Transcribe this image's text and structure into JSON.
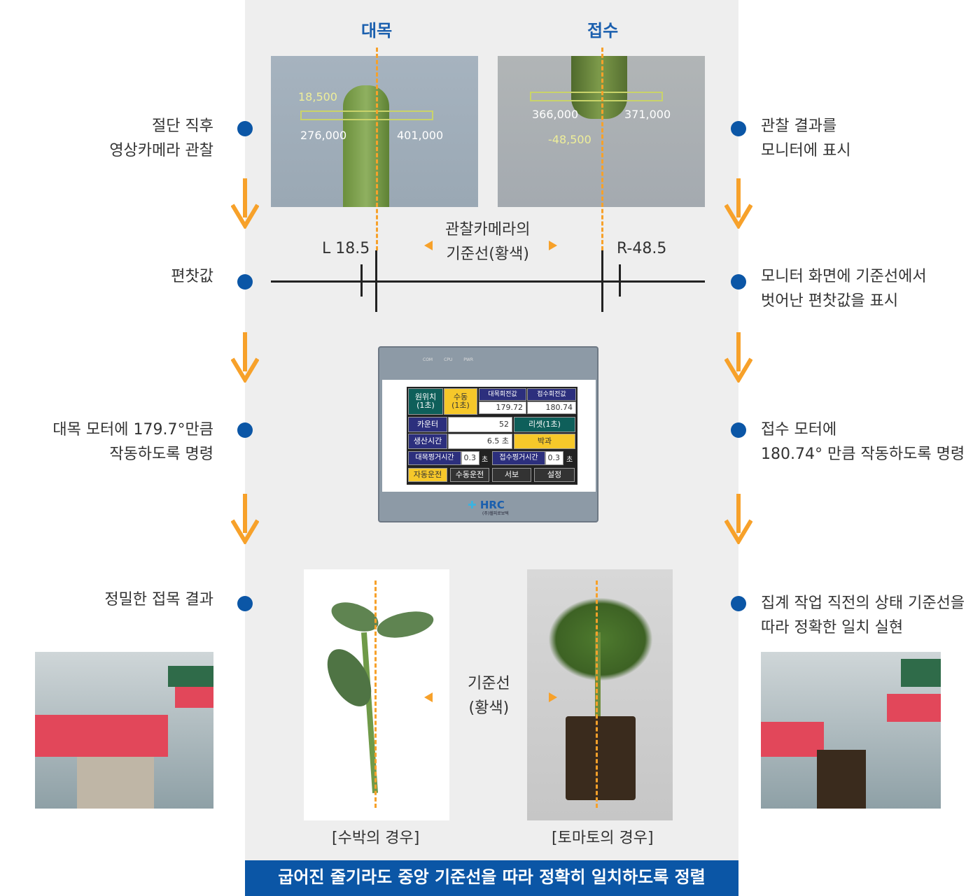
{
  "headers": {
    "rootstock": "대목",
    "scion": "접수"
  },
  "left_labels": {
    "step1": [
      "절단 직후",
      "영상카메라 관찰"
    ],
    "step2": "편찻값",
    "step3": [
      "대목 모터에 179.7°만큼",
      "작동하도록 명령"
    ],
    "step4": "정밀한 접목 결과"
  },
  "right_labels": {
    "step1": [
      "관찰 결과를",
      "모니터에 표시"
    ],
    "step2": [
      "모니터 화면에 기준선에서",
      "벗어난 편찻값을 표시"
    ],
    "step3": [
      "접수 모터에",
      "180.74° 만큼 작동하도록 명령"
    ],
    "step4": [
      "집계 작업 직전의 상태 기준선을",
      "따라 정확한 일치 실현"
    ]
  },
  "camera_left": {
    "offset": "18,500",
    "left": "276,000",
    "right": "401,000"
  },
  "camera_right": {
    "offset": "-48,500",
    "left": "366,000",
    "right": "371,000"
  },
  "deviation": {
    "left": "L 18.5",
    "right": "R-48.5",
    "center": [
      "관찰카메라의",
      "기준선(황색)"
    ]
  },
  "hmi": {
    "leds": [
      "COM",
      "CPU",
      "PWR"
    ],
    "home": [
      "원위치",
      "(1초)"
    ],
    "manual": [
      "수동",
      "(1초)"
    ],
    "root_rot_label": "대목회전값",
    "scion_rot_label": "접수회전값",
    "root_rot": "179.72",
    "scion_rot": "180.74",
    "counter_label": "카운터",
    "counter": "52",
    "reset": "리셋(1초)",
    "prod_time_label": "생산시간",
    "prod_time": "6.5  초",
    "peel": "박과",
    "root_grip_label": "대목찡거시간",
    "root_grip": "0.3",
    "scion_grip_label": "접수찡거시간",
    "scion_grip": "0.3",
    "unit": "초",
    "tabs": [
      "자동운전",
      "수동운전",
      "서보",
      "설정"
    ],
    "logo": "HRC",
    "logo_sub": "(주)헬피로보텍"
  },
  "result": {
    "center": [
      "기준선",
      "(황색)"
    ],
    "cap_left": "[수박의 경우]",
    "cap_right": "[토마토의 경우]"
  },
  "footer": "굽어진 줄기라도 중앙 기준선을 따라 정확히 일치하도록 정렬",
  "colors": {
    "accent": "#0b56a6",
    "orange": "#f7a12a"
  }
}
